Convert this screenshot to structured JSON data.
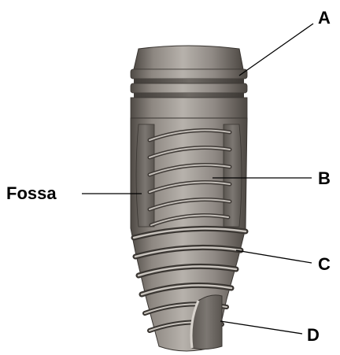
{
  "labels": {
    "a": "A",
    "b": "B",
    "c": "C",
    "d": "D",
    "fossa": "Fossa"
  },
  "colors": {
    "metal_light": "#b3aea8",
    "metal_mid": "#8c8680",
    "metal_dark": "#524d48",
    "leader": "#000000"
  }
}
